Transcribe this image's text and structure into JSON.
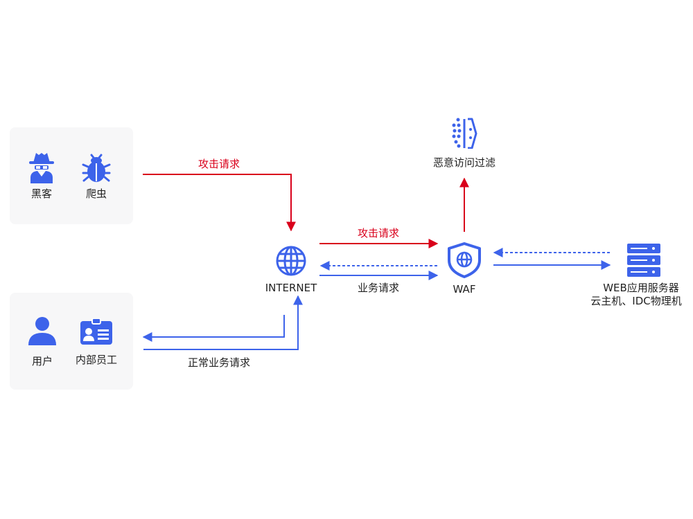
{
  "nodes": {
    "hacker": {
      "label": "黑客",
      "icon": "hacker-icon"
    },
    "crawler": {
      "label": "爬虫",
      "icon": "bug-icon"
    },
    "user": {
      "label": "用户",
      "icon": "user-icon"
    },
    "staff": {
      "label": "内部员工",
      "icon": "id-card-icon"
    },
    "internet": {
      "label": "INTERNET",
      "icon": "globe-icon"
    },
    "waf": {
      "label": "WAF",
      "icon": "shield-icon"
    },
    "filter": {
      "label": "恶意访问过滤",
      "icon": "filter-icon"
    },
    "server": {
      "label_line1": "WEB应用服务器",
      "label_line2": "云主机、IDC物理机",
      "icon": "server-icon"
    }
  },
  "edges": {
    "attack_to_internet": "攻击请求",
    "attack_to_waf": "攻击请求",
    "business": "业务请求",
    "normal_business": "正常业务请求"
  },
  "colors": {
    "accent": "#3d63ea",
    "attack": "#d9001b",
    "panel": "#f7f7f8"
  }
}
